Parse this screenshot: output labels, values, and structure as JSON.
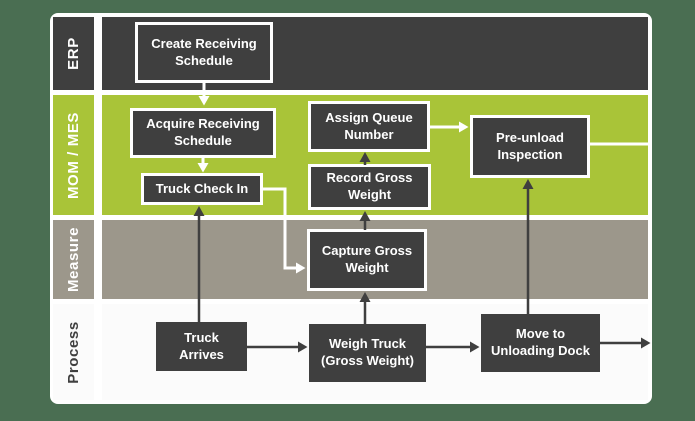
{
  "colors": {
    "background": "#4a6e52",
    "card": "#ffffff",
    "dark_gray": "#3f3f3f",
    "mom_mes_green": "#a9c438",
    "measure_gray": "#9c978b",
    "process_white": "#fbfbfb",
    "white_arrow": "#ffffff",
    "dark_arrow": "#3f3f3f"
  },
  "lanes": [
    {
      "id": "erp",
      "label": "ERP"
    },
    {
      "id": "mom_mes",
      "label": "MOM / MES"
    },
    {
      "id": "measure",
      "label": "Measure"
    },
    {
      "id": "process",
      "label": "Process"
    }
  ],
  "nodes": {
    "create_receiving_schedule": "Create Receiving\nSchedule",
    "acquire_receiving_schedule": "Acquire Receiving\nSchedule",
    "truck_check_in": "Truck Check In",
    "assign_queue_number": "Assign Queue\nNumber",
    "record_gross_weight": "Record Gross\nWeight",
    "pre_unload_inspection": "Pre-unload\nInspection",
    "capture_gross_weight": "Capture Gross\nWeight",
    "truck_arrives": "Truck\nArrives",
    "weigh_truck": "Weigh Truck\n(Gross Weight)",
    "move_to_unloading_dock": "Move to\nUnloading Dock"
  },
  "edges": [
    {
      "from": "create_receiving_schedule",
      "to": "acquire_receiving_schedule",
      "color": "white"
    },
    {
      "from": "acquire_receiving_schedule",
      "to": "truck_check_in",
      "color": "white"
    },
    {
      "from": "truck_check_in",
      "to": "capture_gross_weight",
      "color": "white"
    },
    {
      "from": "assign_queue_number",
      "to": "pre_unload_inspection",
      "color": "white"
    },
    {
      "from": "pre_unload_inspection",
      "to": "offpage_right",
      "color": "white"
    },
    {
      "from": "truck_arrives",
      "to": "truck_check_in",
      "color": "dark"
    },
    {
      "from": "truck_arrives",
      "to": "weigh_truck",
      "color": "dark"
    },
    {
      "from": "weigh_truck",
      "to": "capture_gross_weight",
      "color": "dark"
    },
    {
      "from": "capture_gross_weight",
      "to": "record_gross_weight",
      "color": "dark"
    },
    {
      "from": "record_gross_weight",
      "to": "assign_queue_number",
      "color": "dark"
    },
    {
      "from": "weigh_truck",
      "to": "move_to_unloading_dock",
      "color": "dark"
    },
    {
      "from": "move_to_unloading_dock",
      "to": "pre_unload_inspection",
      "color": "dark"
    },
    {
      "from": "move_to_unloading_dock",
      "to": "offpage_right",
      "color": "dark"
    }
  ]
}
